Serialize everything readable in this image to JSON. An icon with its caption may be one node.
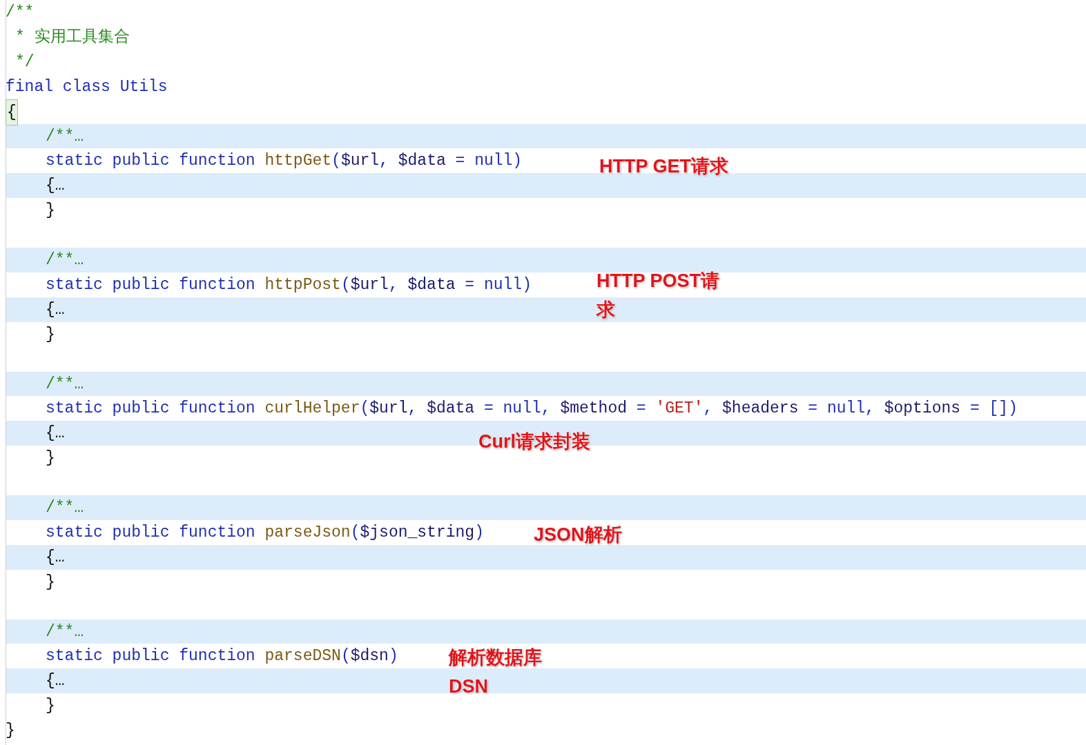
{
  "diagram": {
    "labels": [
      "/**",
      "* 实用工具集合",
      "*/",
      "final class Utils",
      "{",
      "/**…",
      "static public function httpGet($url, $data = null)",
      "HTTP GET请求",
      "{…",
      "}",
      "/**…",
      "static public function httpPost($url, $data = null)",
      "HTTP POST请求",
      "{…",
      "}",
      "/**…",
      "static public function curlHelper($url, $data = null, $method = 'GET', $headers = null, $options = [])",
      "{…",
      "Curl请求封装",
      "}",
      "/**…",
      "static public function parseJson($json_string)",
      "JSON解析",
      "{…",
      "}",
      "/**…",
      "static public function parseDSN($dsn)",
      "解析数据库DSN",
      "{…",
      "}",
      "}"
    ]
  }
}
